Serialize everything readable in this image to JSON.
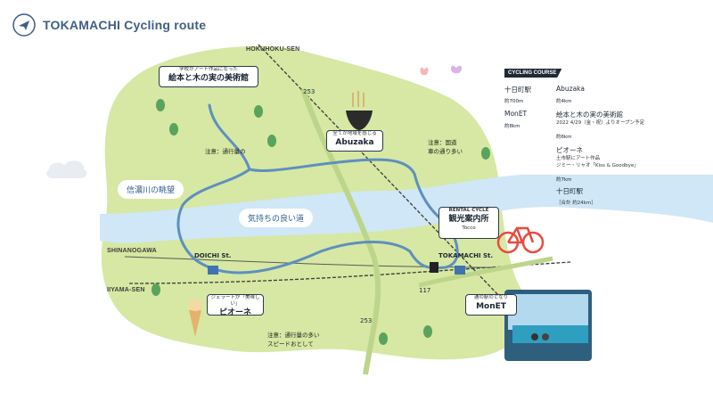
{
  "header": {
    "title": "TOKAMACHI Cycling route"
  },
  "rail_lines": {
    "hokuhoku": "HOKUHOKU-SEN",
    "shinanogawa": "SHINANOGAWA",
    "iiyama": "IIYAMA-SEN"
  },
  "roads": {
    "r253_north": "253",
    "r253_south": "253",
    "r117": "117"
  },
  "stations": {
    "doichi": "DOICHI St.",
    "tokamachi": "TOKAMACHI St."
  },
  "places": {
    "museum": {
      "caption": "学校がアート作品になった",
      "name": "絵本と木の実の美術館"
    },
    "abuzaka": {
      "caption": "全てが地域を感じる",
      "name": "Abuzaka"
    },
    "pione": {
      "caption": "ジェラートが「美味しい」",
      "name": "ピオーネ"
    },
    "monet": {
      "caption": "通の駅のとなり",
      "name": "MonET"
    },
    "rental": {
      "badge": "RENTAL CYCLE",
      "name": "観光案内所",
      "sub": "Tocco"
    }
  },
  "bubbles": {
    "shinano_view": "信濃川の眺望",
    "pleasant_road": "気持ちの良い道"
  },
  "notes": {
    "traffic1": "注意：通行量の",
    "traffic2": "注意：国道",
    "traffic2b": "車の通り多い",
    "speed1": "注意：通行量の多い",
    "speed2": "スピードおとして"
  },
  "legend": {
    "badge": "CYCLING COURSE",
    "rows": [
      {
        "name": "十日町駅"
      },
      {
        "dist": "約700m"
      },
      {
        "name": "MonET"
      },
      {
        "dist": "約8km"
      },
      {
        "name": "Abuzaka"
      },
      {
        "dist": "約4km"
      },
      {
        "name": "絵本と木の実の美術館",
        "sub": "2022 4/29（金・祝）よりオープン予定"
      },
      {
        "dist": "約6km"
      },
      {
        "name": "ピオーネ",
        "sub1": "土市駅にアート作品",
        "sub2": "ジミー・リャオ「Kiss & Goodbye」"
      },
      {
        "dist": "約7km"
      },
      {
        "name": "十日町駅"
      },
      {
        "total": "［合計 約24km］"
      }
    ]
  },
  "colors": {
    "land": "#d6e8a3",
    "land_dark": "#c6de8b",
    "river": "#cfe7f6",
    "route": "#5f8fbf",
    "rail": "#3c3c3c",
    "title": "#3f5f86"
  }
}
